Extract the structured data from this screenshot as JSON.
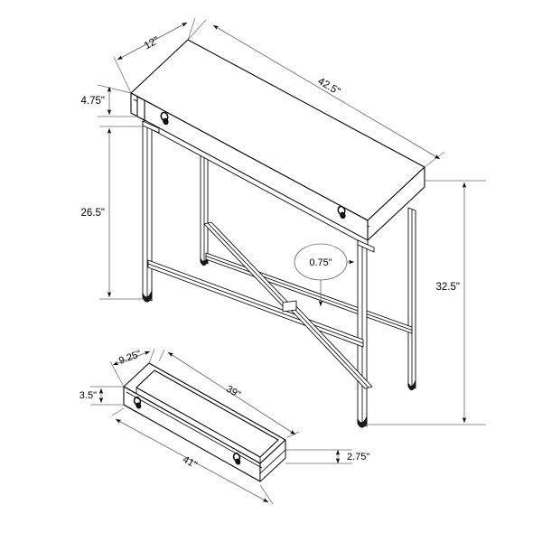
{
  "drawing": {
    "title": "Console Table Dimension Drawing",
    "units": "inches",
    "background_color": "#ffffff",
    "line_color": "#000000",
    "dimension_line_color": "#5a5a5a"
  },
  "dimensions": {
    "top_depth": {
      "label": "12\"",
      "value": 12,
      "applies_to": "table-top-depth"
    },
    "top_width": {
      "label": "42.5\"",
      "value": 42.5,
      "applies_to": "table-top-width"
    },
    "apron_height": {
      "label": "4.75\"",
      "value": 4.75,
      "applies_to": "drawer-apron-height"
    },
    "leg_height": {
      "label": "26.5\"",
      "value": 26.5,
      "applies_to": "leg-clearance-height"
    },
    "total_height": {
      "label": "32.5\"",
      "value": 32.5,
      "applies_to": "overall-height"
    },
    "tube_thickness": {
      "label": "0.75\"",
      "value": 0.75,
      "applies_to": "metal-tube-thickness"
    },
    "drawer_depth": {
      "label": "9.25\"",
      "value": 9.25,
      "applies_to": "drawer-box-depth"
    },
    "drawer_height": {
      "label": "3.5\"",
      "value": 3.5,
      "applies_to": "drawer-box-height"
    },
    "drawer_top_width": {
      "label": "39\"",
      "value": 39,
      "applies_to": "drawer-inner-width"
    },
    "drawer_width": {
      "label": "41\"",
      "value": 41,
      "applies_to": "drawer-outer-width"
    },
    "drawer_front_lip": {
      "label": "2.75\"",
      "value": 2.75,
      "applies_to": "drawer-front-lip-height"
    }
  },
  "parts": {
    "table": {
      "name": "console-table",
      "components": [
        "table-top",
        "drawer-apron",
        "front-left-leg",
        "front-right-leg",
        "back-left-leg",
        "back-right-leg",
        "lower-stretcher",
        "x-brace"
      ],
      "hardware": [
        "ring-pull-left",
        "ring-pull-right"
      ]
    },
    "drawer": {
      "name": "drawer-box",
      "components": [
        "drawer-bottom",
        "drawer-back-wall",
        "drawer-left-wall",
        "drawer-right-wall",
        "drawer-front-panel"
      ],
      "hardware": [
        "drawer-ring-pull-left",
        "drawer-ring-pull-right"
      ]
    }
  }
}
